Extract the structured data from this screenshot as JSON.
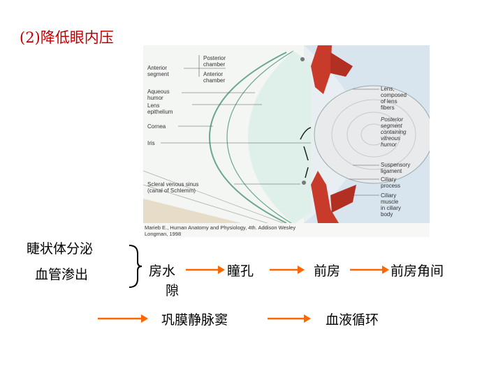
{
  "title": "(2)降低眼内压",
  "figure": {
    "labels_left": {
      "anterior_segment": [
        "Anterior",
        "segment"
      ],
      "aqueous_humor": [
        "Aqueous",
        "humor"
      ],
      "lens_epithelium": [
        "Lens",
        "epithelium"
      ],
      "cornea": "Cornea",
      "iris": "Iris",
      "scleral_venous_sinus": [
        "Scleral venous sinus",
        "(canal of Schlemm)"
      ]
    },
    "labels_top": {
      "posterior_chamber": [
        "Posterior",
        "chamber"
      ],
      "anterior_chamber": [
        "Anterior",
        "chamber"
      ]
    },
    "labels_right": {
      "lens": [
        "Lens,",
        "composed",
        "of lens",
        "fibers"
      ],
      "posterior_segment": [
        "Posterior",
        "segment",
        "containing",
        "vitreous",
        "humor"
      ],
      "suspensory_ligament": [
        "Suspensory",
        "ligament"
      ],
      "ciliary_process": [
        "Ciliary",
        "process"
      ],
      "ciliary_muscle": [
        "Ciliary",
        "muscle",
        "in ciliary",
        "body"
      ]
    },
    "caption": [
      "Marieb E., Human Anatomy and Physiology, 4th. Addison Wesley",
      "Longman, 1998"
    ]
  },
  "flow": {
    "source_lines": [
      "睫状体分泌",
      "血管渗出"
    ],
    "row1": [
      "房水",
      "瞳孔",
      "前房",
      "前房角间"
    ],
    "row1_wrap": "隙",
    "row2": [
      "巩膜静脉窦",
      "血液循环"
    ]
  },
  "colors": {
    "title": "#c00000",
    "arrow": "#ff6600"
  }
}
